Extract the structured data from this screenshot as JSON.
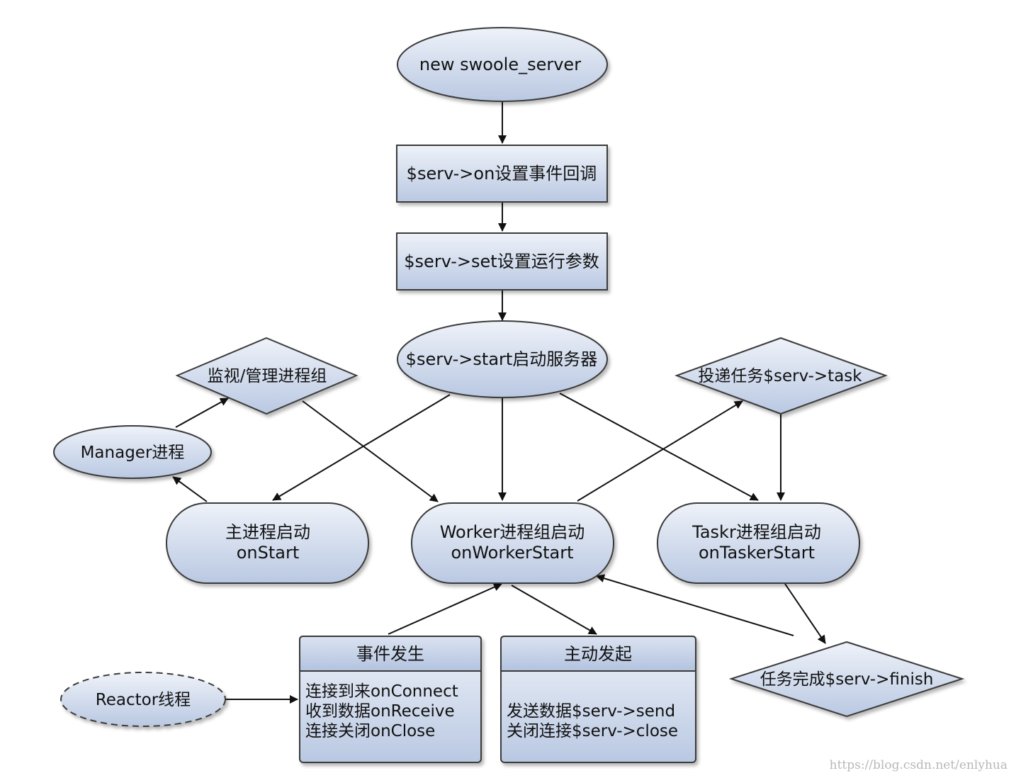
{
  "nodes": {
    "new_server": "new swoole_server",
    "on_callbacks": "$serv->on设置事件回调",
    "set_params": "$serv->set设置运行参数",
    "start_server": "$serv->start启动服务器",
    "monitor_group": "监视/管理进程组",
    "manager": "Manager进程",
    "deliver_task": "投递任务$serv->task",
    "main_start": {
      "line1": "主进程启动",
      "line2": "onStart"
    },
    "worker_start": {
      "line1": "Worker进程组启动",
      "line2": "onWorkerStart"
    },
    "tasker_start": {
      "line1": "Taskr进程组启动",
      "line2": "onTaskerStart"
    },
    "reactor": "Reactor线程",
    "task_finish": "任务完成$serv->finish",
    "events": {
      "title": "事件发生",
      "items": [
        "连接到来onConnect",
        "收到数据onReceive",
        "连接关闭onClose"
      ]
    },
    "active": {
      "title": "主动发起",
      "items": [
        "发送数据$serv->send",
        "关闭连接$serv->close"
      ]
    }
  },
  "watermark": "https://blog.csdn.net/enlyhua",
  "colors": {
    "fill_light": "#eef2f9",
    "fill_dark": "#b9c8e2",
    "header_fill": "#c9d5ea",
    "stroke": "#3a3a3a",
    "edge": "#111111"
  }
}
